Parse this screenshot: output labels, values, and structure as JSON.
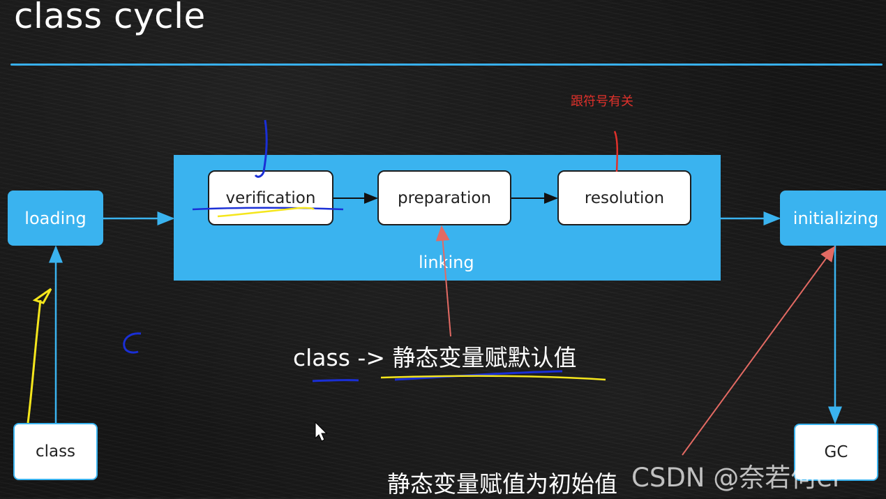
{
  "title": "class cycle",
  "nodes": {
    "loading": "loading",
    "linking": "linking",
    "verification": "verification",
    "preparation": "preparation",
    "resolution": "resolution",
    "initializing": "initializing",
    "class": "class",
    "gc": "GC"
  },
  "annotations": {
    "resolution_note": "跟符号有关",
    "preparation_note": "class -> 静态变量赋默认值",
    "initializing_note": "静态变量赋值为初始值"
  },
  "watermark": "CSDN @奈若何er",
  "colors": {
    "accent_blue": "#3ab3ef",
    "annotation_red": "#e0312b",
    "marker_yellow": "#f5e61c",
    "marker_blue": "#1a2fd6"
  }
}
